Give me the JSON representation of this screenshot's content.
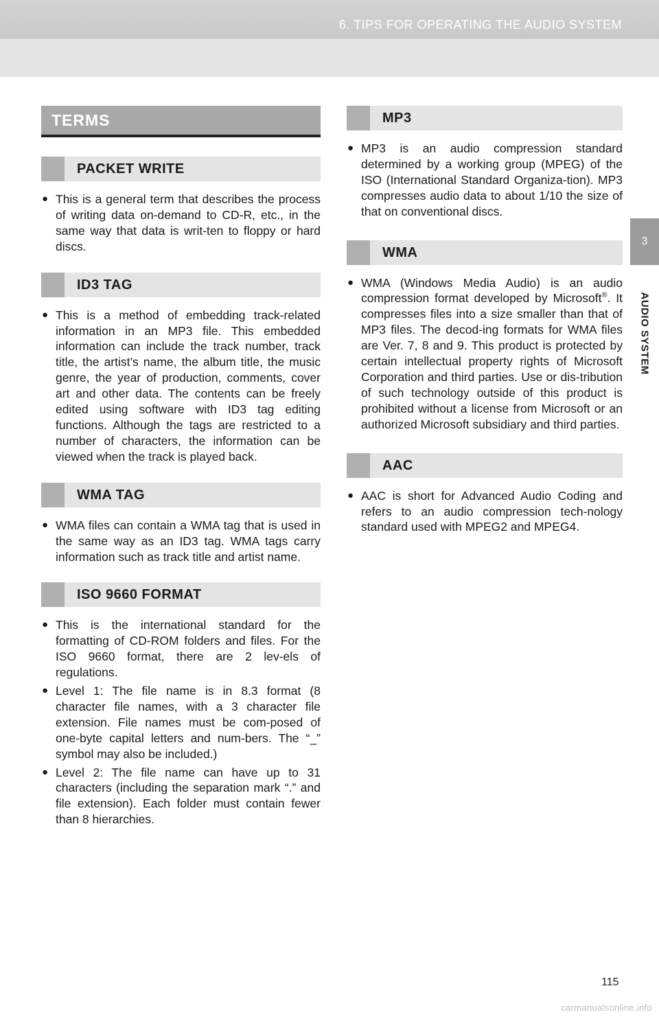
{
  "header": {
    "title": "6. TIPS FOR OPERATING THE AUDIO SYSTEM"
  },
  "side_tab": {
    "number": "3",
    "label": "AUDIO SYSTEM"
  },
  "left": {
    "heading": "TERMS",
    "sections": [
      {
        "title": "PACKET WRITE",
        "bullets": [
          "This is a general term that describes the process of writing data on-demand to CD-R, etc., in the same way that data is writ-ten to floppy or hard discs."
        ]
      },
      {
        "title": "ID3 TAG",
        "bullets": [
          "This is a method of embedding track-related information in an MP3 file. This embedded information can include the track number, track title, the artist’s name, the album title, the music genre, the year of production, comments, cover art and other data. The contents can be freely edited using software with ID3 tag editing functions. Although the tags are restricted to a number of characters, the information can be viewed when the track is played back."
        ]
      },
      {
        "title": "WMA TAG",
        "bullets": [
          "WMA files can contain a WMA tag that is used in the same way as an ID3 tag. WMA tags carry information such as track title and artist name."
        ]
      },
      {
        "title": "ISO 9660 FORMAT",
        "bullets": [
          "This is the international standard for the formatting of CD-ROM folders and files. For the ISO 9660 format, there are 2 lev-els of regulations.",
          "Level 1: The file name is in 8.3 format (8 character file names, with a 3 character file extension. File names must be com-posed of one-byte capital letters and num-bers. The “_” symbol may also be included.)",
          "Level 2: The file name can have up to 31 characters (including the separation mark “.” and file extension). Each folder must contain fewer than 8 hierarchies."
        ]
      }
    ]
  },
  "right": {
    "sections": [
      {
        "title": "MP3",
        "bullets": [
          "MP3 is an audio compression standard determined by a working group (MPEG) of the ISO (International Standard Organiza-tion). MP3 compresses audio data to about 1/10 the size of that on conventional discs."
        ]
      },
      {
        "title": "WMA",
        "bullet_pre": "WMA (Windows Media Audio) is an audio compression format developed by Microsoft",
        "bullet_reg": "®",
        "bullet_post": ". It compresses files into a size smaller than that of MP3 files. The decod-ing formats for WMA files are Ver. 7, 8 and 9. This product is protected by certain intellectual property rights of Microsoft Corporation and third parties. Use or dis-tribution of such technology outside of this product is prohibited without a license from Microsoft or an authorized Microsoft subsidiary and third parties."
      },
      {
        "title": "AAC",
        "bullets": [
          "AAC is short for Advanced Audio Coding and refers to an audio compression tech-nology standard used with MPEG2 and MPEG4."
        ]
      }
    ]
  },
  "bullet_symbol": "⬤",
  "page_number": "115",
  "watermark": "carmanualsonline.info"
}
